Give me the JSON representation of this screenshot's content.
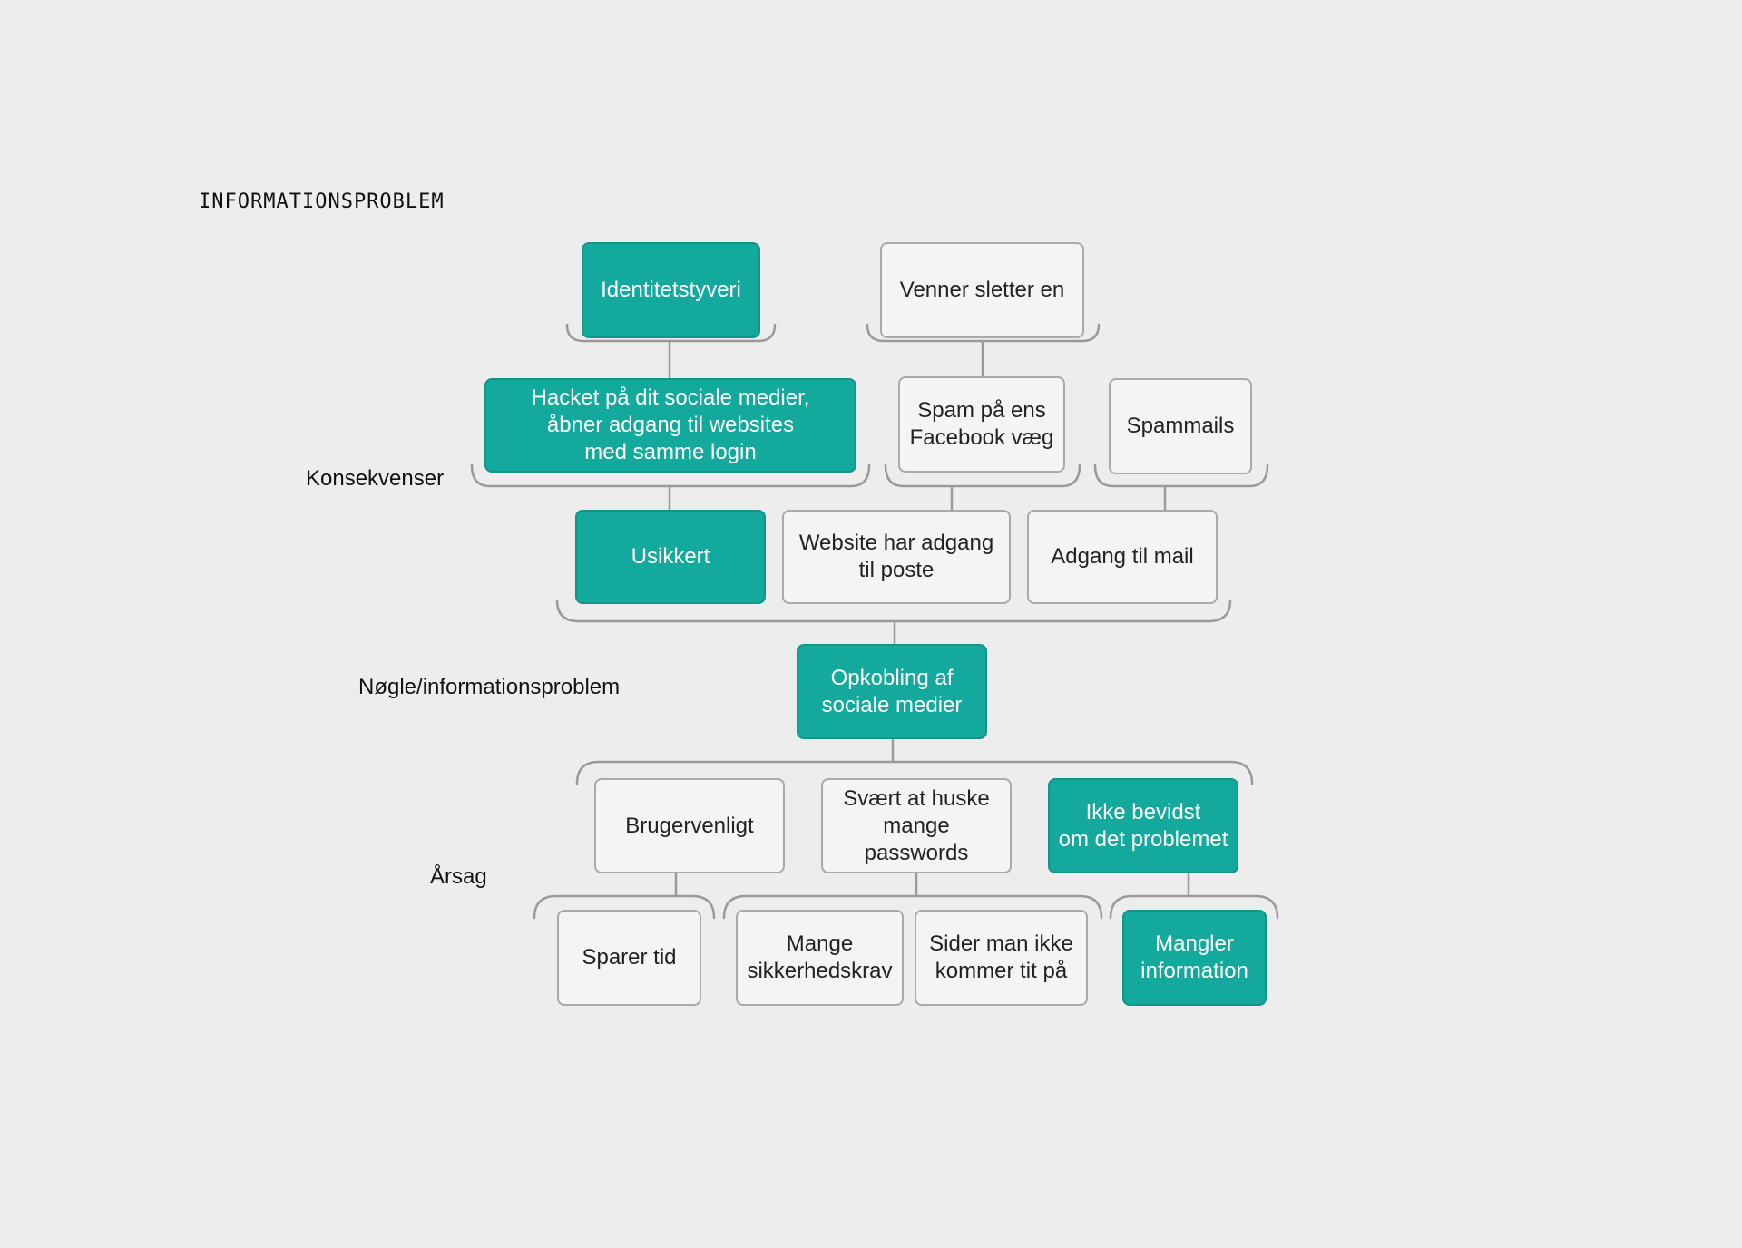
{
  "title": "INFORMATIONSPROBLEM",
  "labels": {
    "konsekvenser": "Konsekvenser",
    "noegle": "Nøgle/informationsproblem",
    "aarsag": "Årsag"
  },
  "colors": {
    "highlight": "#14a99d",
    "neutral": "#f4f4f4",
    "border": "#a9a9a9",
    "connector": "#9a9a9a",
    "background": "#ededed"
  },
  "nodes": {
    "identitetstyveri": "Identitetstyveri",
    "venner_sletter": "Venner sletter en",
    "hacket": "Hacket på dit sociale medier,\nåbner adgang til websites\nmed samme login",
    "spam_facebook": "Spam på ens\nFacebook væg",
    "spammails": "Spammails",
    "usikkert": "Usikkert",
    "website_adgang": "Website har adgang\ntil poste",
    "adgang_mail": "Adgang til mail",
    "opkobling": "Opkobling af\nsociale medier",
    "brugervenligt": "Brugervenligt",
    "svaert": "Svært at huske\nmange passwords",
    "ikke_bevidst": "Ikke bevidst\nom det problemet",
    "sparer_tid": "Sparer tid",
    "mange_krav": "Mange\nsikkerhedskrav",
    "sider": "Sider man ikke\nkommer tit på",
    "mangler": "Mangler\ninformation"
  }
}
